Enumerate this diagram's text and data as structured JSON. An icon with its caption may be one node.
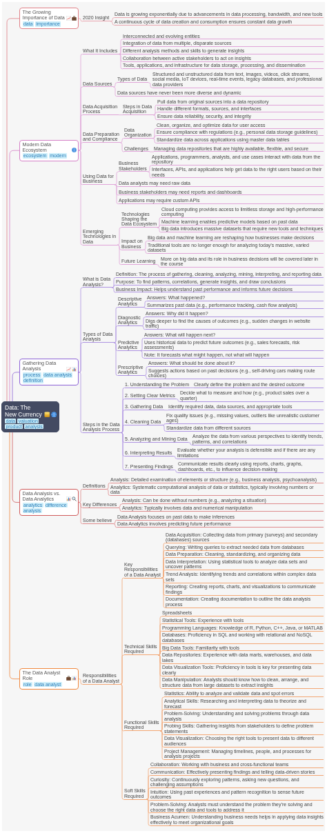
{
  "diagram": {
    "nodes": [
      {
        "text": [
          "Data: The New Currency",
          "data",
          "valuation",
          "product",
          "analysis"
        ]
      },
      {
        "text": [
          "The Growing Importance of Data",
          "data",
          "importance"
        ]
      },
      {
        "text": [
          "2020 Insight"
        ]
      },
      {
        "text": [
          "Data is growing exponentially due to advancements in data processing, bandwidth, and new tools"
        ]
      },
      {
        "text": [
          "A continuous cycle of data creation and consumption ensures constant data growth"
        ]
      },
      {
        "text": [
          "Modern Data Ecosystem",
          "ecosystem",
          "modern"
        ]
      },
      {
        "text": [
          "What It Includes"
        ]
      },
      {
        "text": [
          "Interconnected and evolving entities"
        ]
      },
      {
        "text": [
          "Integration of data from multiple, disparate sources"
        ]
      },
      {
        "text": [
          "Different analysis methods and skills to generate insights"
        ]
      },
      {
        "text": [
          "Collaboration between active stakeholders to act on insights"
        ]
      },
      {
        "text": [
          "Tools, applications, and infrastructure for data storage, processing, and dissemination"
        ]
      },
      {
        "text": [
          "Data Sources"
        ]
      },
      {
        "text": [
          "Types of Data"
        ]
      },
      {
        "text": [
          "Structured and unstructured data from text, images, videos, click streams, social media, IoT devices, real-time events, legacy databases, and professional data providers"
        ]
      },
      {
        "text": [
          "Data sources have never been more diverse and dynamic"
        ]
      },
      {
        "text": [
          "Data Acquisition Process"
        ]
      },
      {
        "text": [
          "Steps in Data Acquisition"
        ]
      },
      {
        "text": [
          "Pull data from original sources into a data repository"
        ]
      },
      {
        "text": [
          "Handle different formats, sources, and interfaces"
        ]
      },
      {
        "text": [
          "Ensure data reliability, security, and integrity"
        ]
      },
      {
        "text": [
          "Data Preparation and Compliance"
        ]
      },
      {
        "text": [
          "Data Organization"
        ]
      },
      {
        "text": [
          "Clean, organize, and optimize data for user access"
        ]
      },
      {
        "text": [
          "Ensure compliance with regulations (e.g., personal data storage guidelines)"
        ]
      },
      {
        "text": [
          "Standardize data across applications using master data tables"
        ]
      },
      {
        "text": [
          "Challenges"
        ]
      },
      {
        "text": [
          "Managing data repositories that are highly available, flexible, and secure"
        ]
      },
      {
        "text": [
          "Using Data for Business"
        ]
      },
      {
        "text": [
          "Business Stakeholders"
        ]
      },
      {
        "text": [
          "Applications, programmers, analysts, and use cases interact with data from the repository"
        ]
      },
      {
        "text": [
          "Interfaces, APIs, and applications help get data to the right users based on their needs"
        ]
      },
      {
        "text": [
          "Data analysts may need raw data"
        ]
      },
      {
        "text": [
          "Business stakeholders may need reports and dashboards"
        ]
      },
      {
        "text": [
          "Applications may require custom APIs"
        ]
      },
      {
        "text": [
          "Emerging Technologies in Data"
        ]
      },
      {
        "text": [
          "Technologies Shaping the Data Ecosystem"
        ]
      },
      {
        "text": [
          "Cloud computing provides access to limitless storage and high-performance computing"
        ]
      },
      {
        "text": [
          "Machine learning enables predictive models based on past data"
        ]
      },
      {
        "text": [
          "Big data introduces massive datasets that require new tools and techniques"
        ]
      },
      {
        "text": [
          "Impact on Business"
        ]
      },
      {
        "text": [
          "Big data and machine learning are reshaping how businesses make decisions"
        ]
      },
      {
        "text": [
          "Traditional tools are no longer enough for analyzing today’s massive, varied datasets"
        ]
      },
      {
        "text": [
          "Future Learning"
        ]
      },
      {
        "text": [
          "More on big data and its role in business decisions will be covered later in the course"
        ]
      },
      {
        "text": [
          "Gathering Data Analysis",
          "process",
          "data analysis",
          "definition"
        ]
      },
      {
        "text": [
          "What is Data Analysis?"
        ]
      },
      {
        "text": [
          "Definition: The process of gathering, cleaning, analyzing, mining, interpreting, and reporting data"
        ]
      },
      {
        "text": [
          "Purpose: To find patterns, correlations, generate insights, and draw conclusions"
        ]
      },
      {
        "text": [
          "Business Impact: Helps understand past performance and informs future decisions"
        ]
      },
      {
        "text": [
          "Types of Data Analysis"
        ]
      },
      {
        "text": [
          "Descriptive Analytics"
        ]
      },
      {
        "text": [
          "Answers: What happened?"
        ]
      },
      {
        "text": [
          "Summarizes past data (e.g., performance tracking, cash flow analysis)"
        ]
      },
      {
        "text": [
          "Diagnostic Analytics"
        ]
      },
      {
        "text": [
          "Answers: Why did it happen?"
        ]
      },
      {
        "text": [
          "Digs deeper to find the causes of outcomes (e.g., sudden changes in website traffic)"
        ]
      },
      {
        "text": [
          "Predictive Analytics"
        ]
      },
      {
        "text": [
          "Answers: What will happen next?"
        ]
      },
      {
        "text": [
          "Uses historical data to predict future outcomes (e.g., sales forecasts, risk assessments)"
        ]
      },
      {
        "text": [
          "Note: It forecasts what might happen, not what will happen"
        ]
      },
      {
        "text": [
          "Prescriptive Analytics"
        ]
      },
      {
        "text": [
          "Answers: What should be done about it?"
        ]
      },
      {
        "text": [
          "Suggests actions based on past decisions (e.g., self-driving cars making route choices)"
        ]
      },
      {
        "text": [
          "Steps in the Data Analysis Process"
        ]
      },
      {
        "text": [
          "1. Understanding the Problem"
        ]
      },
      {
        "text": [
          "Clearly define the problem and the desired outcome"
        ]
      },
      {
        "text": [
          "2. Setting Clear Metrics"
        ]
      },
      {
        "text": [
          "Decide what to measure and how (e.g., product sales over a quarter)"
        ]
      },
      {
        "text": [
          "3. Gathering Data"
        ]
      },
      {
        "text": [
          "Identify required data, data sources, and appropriate tools"
        ]
      },
      {
        "text": [
          "4. Cleaning Data"
        ]
      },
      {
        "text": [
          "Fix quality issues (e.g., missing values, outliers like unrealistic customer ages)"
        ]
      },
      {
        "text": [
          "Standardize data from different sources"
        ]
      },
      {
        "text": [
          "5. Analyzing and Mining Data"
        ]
      },
      {
        "text": [
          "Analyze the data from various perspectives to identify trends, patterns, and correlations"
        ]
      },
      {
        "text": [
          "6. Interpreting Results"
        ]
      },
      {
        "text": [
          "Evaluate whether your analysis is defensible and if there are any limitations"
        ]
      },
      {
        "text": [
          "7. Presenting Findings"
        ]
      },
      {
        "text": [
          "Communicate results clearly using reports, charts, graphs, dashboards, etc., to influence decision-making"
        ]
      },
      {
        "text": [
          "Data Analysis vs. Data Analytics",
          "analytics",
          "difference",
          "analysis"
        ]
      },
      {
        "text": [
          "Definitions"
        ]
      },
      {
        "text": [
          "Analysis: Detailed examination of elements or structure (e.g., business analysis, psychoanalysis)"
        ]
      },
      {
        "text": [
          "Analytics: Systematic computational analysis of data or statistics, typically involving numbers or data"
        ]
      },
      {
        "text": [
          "Key Differences"
        ]
      },
      {
        "text": [
          "Analysis: Can be done without numbers (e.g., analyzing a situation)"
        ]
      },
      {
        "text": [
          "Analytics: Typically involves data and numerical manipulation"
        ]
      },
      {
        "text": [
          "Some believe"
        ]
      },
      {
        "text": [
          "Data Analysis focuses on past data to make inferences"
        ]
      },
      {
        "text": [
          "Data Analytics involves predicting future performance"
        ]
      },
      {
        "text": [
          "The Data Analyst Role",
          "role",
          "data analyst"
        ]
      },
      {
        "text": [
          "Responsibilities of a Data Analyst"
        ]
      },
      {
        "text": [
          "Key Responsibilities of a Data Analyst"
        ]
      },
      {
        "text": [
          "Data Acquisition: Collecting data from primary (surveys) and secondary (databases) sources"
        ]
      },
      {
        "text": [
          "Querying: Writing queries to extract needed data from databases"
        ]
      },
      {
        "text": [
          "Data Preparation: Cleaning, standardizing, and organizing data"
        ]
      },
      {
        "text": [
          "Data Interpretation: Using statistical tools to analyze data sets and uncover patterns"
        ]
      },
      {
        "text": [
          "Trend Analysis: Identifying trends and correlations within complex data sets"
        ]
      },
      {
        "text": [
          "Reporting: Creating reports, charts, and visualizations to communicate findings"
        ]
      },
      {
        "text": [
          "Documentation: Creating documentation to outline the data analysis process"
        ]
      },
      {
        "text": [
          "Technical Skills Required"
        ]
      },
      {
        "text": [
          "Spreadsheets"
        ]
      },
      {
        "text": [
          "Statistical Tools: Experience with tools"
        ]
      },
      {
        "text": [
          "Programming Languages: Knowledge of R, Python, C++, Java, or MATLAB"
        ]
      },
      {
        "text": [
          "Databases: Proficiency in SQL and working with relational and NoSQL databases"
        ]
      },
      {
        "text": [
          "Big Data Tools: Familiarity with tools"
        ]
      },
      {
        "text": [
          "Data Repositories: Experience with data marts, warehouses, and data lakes"
        ]
      },
      {
        "text": [
          "Data Visualization Tools: Proficiency in tools is key for presenting data clearly"
        ]
      },
      {
        "text": [
          "Data Manipulation: Analysts should know how to clean, arrange, and structure data from large datasets to extract insights"
        ]
      },
      {
        "text": [
          "Functional Skills Required"
        ]
      },
      {
        "text": [
          "Statistics: Ability to analyze and validate data and spot errors"
        ]
      },
      {
        "text": [
          "Analytical Skills: Researching and interpreting data to theorize and forecast"
        ]
      },
      {
        "text": [
          "Problem-Solving: Understanding and solving problems through data analysis"
        ]
      },
      {
        "text": [
          "Probing Skills: Gathering insights from stakeholders to define problem statements"
        ]
      },
      {
        "text": [
          "Data Visualization: Choosing the right tools to present data to different audiences"
        ]
      },
      {
        "text": [
          "Project Management: Managing timelines, people, and processes for analysis projects"
        ]
      },
      {
        "text": [
          "Soft Skills Required"
        ]
      },
      {
        "text": [
          "Collaboration: Working with business and cross-functional teams"
        ]
      },
      {
        "text": [
          "Communication: Effectively presenting findings and telling data-driven stories"
        ]
      },
      {
        "text": [
          "Curiosity: Continuously exploring patterns, asking new questions, and challenging assumptions"
        ]
      },
      {
        "text": [
          "Intuition: Using past experiences and pattern recognition to sense future outcomes"
        ]
      },
      {
        "text": [
          "Problem-Solving: Analysts must understand the problem they’re solving and choose the right data and tools to address it"
        ]
      },
      {
        "text": [
          "Business Acumen: Understanding business needs helps in applying data insights effectively to meet organizational goals"
        ]
      }
    ],
    "edges": [
      {
        "from": 0,
        "to": 1,
        "arrow": "none",
        "color": "#e07f86"
      },
      {
        "from": 1,
        "to": 2,
        "arrow": "none",
        "color": "#e8a3ad"
      },
      {
        "from": 2,
        "to": 3,
        "arrow": "none",
        "color": "#e8a3ad"
      },
      {
        "from": 2,
        "to": 4,
        "arrow": "none",
        "color": "#e8a3ad"
      },
      {
        "from": 0,
        "to": 5,
        "arrow": "none",
        "color": "#d57fc6"
      },
      {
        "from": 5,
        "to": 6,
        "arrow": "none"
      },
      {
        "from": 6,
        "to": 7,
        "arrow": "none"
      },
      {
        "from": 6,
        "to": 8,
        "arrow": "none"
      },
      {
        "from": 6,
        "to": 9,
        "arrow": "none"
      },
      {
        "from": 6,
        "to": 10,
        "arrow": "none"
      },
      {
        "from": 6,
        "to": 11,
        "arrow": "none"
      },
      {
        "from": 5,
        "to": 12,
        "arrow": "none"
      },
      {
        "from": 12,
        "to": 13,
        "arrow": "none"
      },
      {
        "from": 13,
        "to": 14,
        "arrow": "none"
      },
      {
        "from": 12,
        "to": 15,
        "arrow": "none"
      },
      {
        "from": 5,
        "to": 16,
        "arrow": "none"
      },
      {
        "from": 16,
        "to": 17,
        "arrow": "none"
      },
      {
        "from": 17,
        "to": 18,
        "arrow": "none"
      },
      {
        "from": 17,
        "to": 19,
        "arrow": "none"
      },
      {
        "from": 17,
        "to": 20,
        "arrow": "none"
      },
      {
        "from": 5,
        "to": 21,
        "arrow": "none"
      },
      {
        "from": 21,
        "to": 22,
        "arrow": "none"
      },
      {
        "from": 22,
        "to": 23,
        "arrow": "none"
      },
      {
        "from": 22,
        "to": 24,
        "arrow": "none"
      },
      {
        "from": 22,
        "to": 25,
        "arrow": "none"
      },
      {
        "from": 21,
        "to": 26,
        "arrow": "none"
      },
      {
        "from": 26,
        "to": 27,
        "arrow": "none"
      },
      {
        "from": 5,
        "to": 28,
        "arrow": "none"
      },
      {
        "from": 28,
        "to": 29,
        "arrow": "none"
      },
      {
        "from": 29,
        "to": 30,
        "arrow": "none"
      },
      {
        "from": 29,
        "to": 31,
        "arrow": "none"
      },
      {
        "from": 28,
        "to": 32,
        "arrow": "none"
      },
      {
        "from": 28,
        "to": 33,
        "arrow": "none"
      },
      {
        "from": 28,
        "to": 34,
        "arrow": "none"
      },
      {
        "from": 5,
        "to": 35,
        "arrow": "none"
      },
      {
        "from": 35,
        "to": 36,
        "arrow": "none"
      },
      {
        "from": 36,
        "to": 37,
        "arrow": "none"
      },
      {
        "from": 36,
        "to": 38,
        "arrow": "none"
      },
      {
        "from": 36,
        "to": 39,
        "arrow": "none"
      },
      {
        "from": 35,
        "to": 40,
        "arrow": "none"
      },
      {
        "from": 40,
        "to": 41,
        "arrow": "none"
      },
      {
        "from": 40,
        "to": 42,
        "arrow": "none"
      },
      {
        "from": 35,
        "to": 43,
        "arrow": "none"
      },
      {
        "from": 43,
        "to": 44,
        "arrow": "none"
      },
      {
        "from": 0,
        "to": 45,
        "arrow": "none",
        "color": "#8d63d6"
      },
      {
        "from": 45,
        "to": 46,
        "arrow": "none",
        "color": "#ad92e2"
      },
      {
        "from": 46,
        "to": 47,
        "arrow": "none",
        "color": "#ad92e2"
      },
      {
        "from": 46,
        "to": 48,
        "arrow": "none",
        "color": "#ad92e2"
      },
      {
        "from": 46,
        "to": 49,
        "arrow": "none",
        "color": "#ad92e2"
      },
      {
        "from": 45,
        "to": 50,
        "arrow": "none",
        "color": "#ad92e2"
      },
      {
        "from": 50,
        "to": 51,
        "arrow": "none",
        "color": "#ad92e2"
      },
      {
        "from": 51,
        "to": 52,
        "arrow": "none",
        "color": "#ad92e2"
      },
      {
        "from": 51,
        "to": 53,
        "arrow": "none",
        "color": "#ad92e2"
      },
      {
        "from": 50,
        "to": 54,
        "arrow": "none",
        "color": "#ad92e2"
      },
      {
        "from": 54,
        "to": 55,
        "arrow": "none",
        "color": "#ad92e2"
      },
      {
        "from": 54,
        "to": 56,
        "arrow": "none",
        "color": "#ad92e2"
      },
      {
        "from": 50,
        "to": 57,
        "arrow": "none",
        "color": "#ad92e2"
      },
      {
        "from": 57,
        "to": 58,
        "arrow": "none",
        "color": "#ad92e2"
      },
      {
        "from": 57,
        "to": 59,
        "arrow": "none",
        "color": "#ad92e2"
      },
      {
        "from": 57,
        "to": 60,
        "arrow": "none",
        "color": "#ad92e2"
      },
      {
        "from": 50,
        "to": 61,
        "arrow": "none",
        "color": "#ad92e2"
      },
      {
        "from": 61,
        "to": 62,
        "arrow": "none",
        "color": "#ad92e2"
      },
      {
        "from": 61,
        "to": 63,
        "arrow": "none",
        "color": "#ad92e2"
      },
      {
        "from": 45,
        "to": 64,
        "arrow": "none",
        "color": "#ad92e2"
      },
      {
        "from": 64,
        "to": 65,
        "arrow": "none",
        "color": "#ad92e2"
      },
      {
        "from": 65,
        "to": 66,
        "arrow": "none",
        "color": "#ad92e2"
      },
      {
        "from": 64,
        "to": 67,
        "arrow": "none",
        "color": "#ad92e2"
      },
      {
        "from": 67,
        "to": 68,
        "arrow": "none",
        "color": "#ad92e2"
      },
      {
        "from": 64,
        "to": 69,
        "arrow": "none",
        "color": "#ad92e2"
      },
      {
        "from": 69,
        "to": 70,
        "arrow": "none",
        "color": "#ad92e2"
      },
      {
        "from": 64,
        "to": 71,
        "arrow": "none",
        "color": "#ad92e2"
      },
      {
        "from": 71,
        "to": 72,
        "arrow": "none",
        "color": "#ad92e2"
      },
      {
        "from": 71,
        "to": 73,
        "arrow": "none",
        "color": "#ad92e2"
      },
      {
        "from": 64,
        "to": 74,
        "arrow": "none",
        "color": "#ad92e2"
      },
      {
        "from": 74,
        "to": 75,
        "arrow": "none",
        "color": "#ad92e2"
      },
      {
        "from": 64,
        "to": 76,
        "arrow": "none",
        "color": "#ad92e2"
      },
      {
        "from": 76,
        "to": 77,
        "arrow": "none",
        "color": "#ad92e2"
      },
      {
        "from": 64,
        "to": 78,
        "arrow": "none",
        "color": "#ad92e2"
      },
      {
        "from": 78,
        "to": 79,
        "arrow": "none",
        "color": "#ad92e2"
      },
      {
        "from": 0,
        "to": 80,
        "arrow": "none",
        "color": "#cf5a5a"
      },
      {
        "from": 80,
        "to": 81,
        "arrow": "none",
        "color": "#de8a8c"
      },
      {
        "from": 81,
        "to": 82,
        "arrow": "none",
        "color": "#de8a8c"
      },
      {
        "from": 81,
        "to": 83,
        "arrow": "none",
        "color": "#de8a8c"
      },
      {
        "from": 80,
        "to": 84,
        "arrow": "none",
        "color": "#de8a8c"
      },
      {
        "from": 84,
        "to": 85,
        "arrow": "none",
        "color": "#de8a8c"
      },
      {
        "from": 84,
        "to": 86,
        "arrow": "none",
        "color": "#de8a8c"
      },
      {
        "from": 80,
        "to": 87,
        "arrow": "none",
        "color": "#de8a8c"
      },
      {
        "from": 87,
        "to": 88,
        "arrow": "none",
        "color": "#de8a8c"
      },
      {
        "from": 87,
        "to": 89,
        "arrow": "none",
        "color": "#de8a8c"
      },
      {
        "from": 0,
        "to": 90,
        "arrow": "none",
        "color": "#f0873c"
      },
      {
        "from": 90,
        "to": 91,
        "arrow": "none",
        "color": "#f3a673"
      },
      {
        "from": 91,
        "to": 92,
        "arrow": "none",
        "color": "#f3a673"
      },
      {
        "from": 92,
        "to": 93,
        "arrow": "none",
        "color": "#f3a673"
      },
      {
        "from": 92,
        "to": 94,
        "arrow": "none",
        "color": "#f3a673"
      },
      {
        "from": 92,
        "to": 95,
        "arrow": "none",
        "color": "#f3a673"
      },
      {
        "from": 92,
        "to": 96,
        "arrow": "none",
        "color": "#f3a673"
      },
      {
        "from": 92,
        "to": 97,
        "arrow": "none",
        "color": "#f3a673"
      },
      {
        "from": 92,
        "to": 98,
        "arrow": "none",
        "color": "#f3a673"
      },
      {
        "from": 92,
        "to": 99,
        "arrow": "none",
        "color": "#f3a673"
      },
      {
        "from": 91,
        "to": 100,
        "arrow": "none",
        "color": "#f3a673"
      },
      {
        "from": 100,
        "to": 101,
        "arrow": "none",
        "color": "#f3a673"
      },
      {
        "from": 100,
        "to": 102,
        "arrow": "none",
        "color": "#f3a673"
      },
      {
        "from": 100,
        "to": 103,
        "arrow": "none",
        "color": "#f3a673"
      },
      {
        "from": 100,
        "to": 104,
        "arrow": "none",
        "color": "#f3a673"
      },
      {
        "from": 100,
        "to": 105,
        "arrow": "none",
        "color": "#f3a673"
      },
      {
        "from": 100,
        "to": 106,
        "arrow": "none",
        "color": "#f3a673"
      },
      {
        "from": 100,
        "to": 107,
        "arrow": "none",
        "color": "#f3a673"
      },
      {
        "from": 100,
        "to": 108,
        "arrow": "none",
        "color": "#f3a673"
      },
      {
        "from": 91,
        "to": 109,
        "arrow": "none",
        "color": "#f3a673"
      },
      {
        "from": 109,
        "to": 110,
        "arrow": "none",
        "color": "#f3a673"
      },
      {
        "from": 109,
        "to": 111,
        "arrow": "none",
        "color": "#f3a673"
      },
      {
        "from": 109,
        "to": 112,
        "arrow": "none",
        "color": "#f3a673"
      },
      {
        "from": 109,
        "to": 113,
        "arrow": "none",
        "color": "#f3a673"
      },
      {
        "from": 109,
        "to": 114,
        "arrow": "none",
        "color": "#f3a673"
      },
      {
        "from": 109,
        "to": 115,
        "arrow": "none",
        "color": "#f3a673"
      },
      {
        "from": 91,
        "to": 116,
        "arrow": "none",
        "color": "#f3a673"
      },
      {
        "from": 116,
        "to": 117,
        "arrow": "none",
        "color": "#f3a673"
      },
      {
        "from": 116,
        "to": 118,
        "arrow": "none",
        "color": "#f3a673"
      },
      {
        "from": 116,
        "to": 119,
        "arrow": "none",
        "color": "#f3a673"
      },
      {
        "from": 116,
        "to": 120,
        "arrow": "none",
        "color": "#f3a673"
      },
      {
        "from": 116,
        "to": 121,
        "arrow": "none",
        "color": "#f3a673"
      },
      {
        "from": 116,
        "to": 122,
        "arrow": "none",
        "color": "#f3a673"
      }
    ]
  }
}
